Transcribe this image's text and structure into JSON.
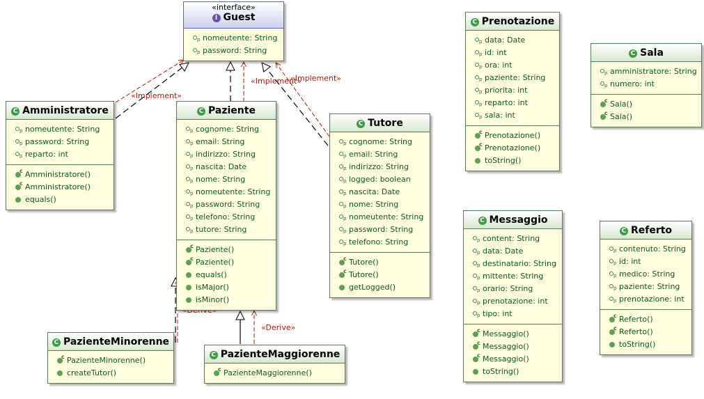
{
  "diagram": {
    "classes": [
      {
        "id": "guest",
        "kind": "interface",
        "stereotype": "«interface»",
        "name": "Guest",
        "attributes": [
          "nomeutente: String",
          "password: String"
        ],
        "operations": []
      },
      {
        "id": "amministratore",
        "kind": "class",
        "name": "Amministratore",
        "attributes": [
          "nomeutente: String",
          "password: String",
          "reparto: int"
        ],
        "operations": [
          "Amministratore()",
          "Amministratore()",
          "equals()"
        ]
      },
      {
        "id": "paziente",
        "kind": "class",
        "name": "Paziente",
        "attributes": [
          "cognome: String",
          "email: String",
          "indirizzo: String",
          "nascita: Date",
          "nome: String",
          "nomeutente: String",
          "password: String",
          "telefono: String",
          "tutore: String"
        ],
        "operations": [
          "Paziente()",
          "Paziente()",
          "equals()",
          "isMajor()",
          "isMinor()"
        ]
      },
      {
        "id": "tutore",
        "kind": "class",
        "name": "Tutore",
        "attributes": [
          "cognome: String",
          "email: String",
          "indirizzo: String",
          "logged: boolean",
          "nascita: Date",
          "nome: String",
          "nomeutente: String",
          "password: String",
          "telefono: String"
        ],
        "operations": [
          "Tutore()",
          "Tutore()",
          "getLogged()"
        ]
      },
      {
        "id": "prenotazione",
        "kind": "class",
        "name": "Prenotazione",
        "attributes": [
          "data: Date",
          "id: int",
          "ora: int",
          "paziente: String",
          "priorita: int",
          "reparto: int",
          "sala: int"
        ],
        "operations": [
          "Prenotazione()",
          "Prenotazione()",
          "toString()"
        ]
      },
      {
        "id": "sala",
        "kind": "class",
        "name": "Sala",
        "attributes": [
          "amministratore: String",
          "numero: int"
        ],
        "operations": [
          "Sala()",
          "Sala()"
        ]
      },
      {
        "id": "messaggio",
        "kind": "class",
        "name": "Messaggio",
        "attributes": [
          "content: String",
          "data: Date",
          "destinatario: String",
          "mittente: String",
          "orario: String",
          "prenotazione: int",
          "tipo: int"
        ],
        "operations": [
          "Messaggio()",
          "Messaggio()",
          "Messaggio()",
          "toString()"
        ]
      },
      {
        "id": "referto",
        "kind": "class",
        "name": "Referto",
        "attributes": [
          "contenuto: String",
          "id: int",
          "medico: String",
          "paziente: String",
          "prenotazione: int"
        ],
        "operations": [
          "Referto()",
          "Referto()",
          "toString()"
        ]
      },
      {
        "id": "pazienteMinorenne",
        "kind": "class",
        "name": "PazienteMinorenne",
        "attributes": [],
        "operations": [
          "PazienteMinorenne()",
          "createTutor()"
        ]
      },
      {
        "id": "pazienteMaggiorenne",
        "kind": "class",
        "name": "PazienteMaggiorenne",
        "attributes": [],
        "operations": [
          "PazienteMaggiorenne()"
        ]
      }
    ],
    "relations": [
      {
        "from": "amministratore",
        "to": "guest",
        "type": "realization"
      },
      {
        "from": "amministratore",
        "to": "guest",
        "type": "dependency",
        "label": "«Implement»"
      },
      {
        "from": "paziente",
        "to": "guest",
        "type": "realization"
      },
      {
        "from": "paziente",
        "to": "guest",
        "type": "dependency",
        "label": "«Implement»"
      },
      {
        "from": "tutore",
        "to": "guest",
        "type": "realization"
      },
      {
        "from": "tutore",
        "to": "guest",
        "type": "dependency",
        "label": "«Implement»"
      },
      {
        "from": "pazienteMinorenne",
        "to": "paziente",
        "type": "generalization"
      },
      {
        "from": "pazienteMinorenne",
        "to": "paziente",
        "type": "dependency",
        "label": "«Derive»"
      },
      {
        "from": "pazienteMaggiorenne",
        "to": "paziente",
        "type": "generalization"
      },
      {
        "from": "pazienteMaggiorenne",
        "to": "paziente",
        "type": "dependency",
        "label": "«Derive»"
      }
    ],
    "colors": {
      "class_border": "#587658",
      "interface_border": "#5b5ea8",
      "class_fill": "#ffffe0",
      "member_text": "#0a5a17",
      "dependency": "#b5170d",
      "realization": "#000000"
    }
  }
}
